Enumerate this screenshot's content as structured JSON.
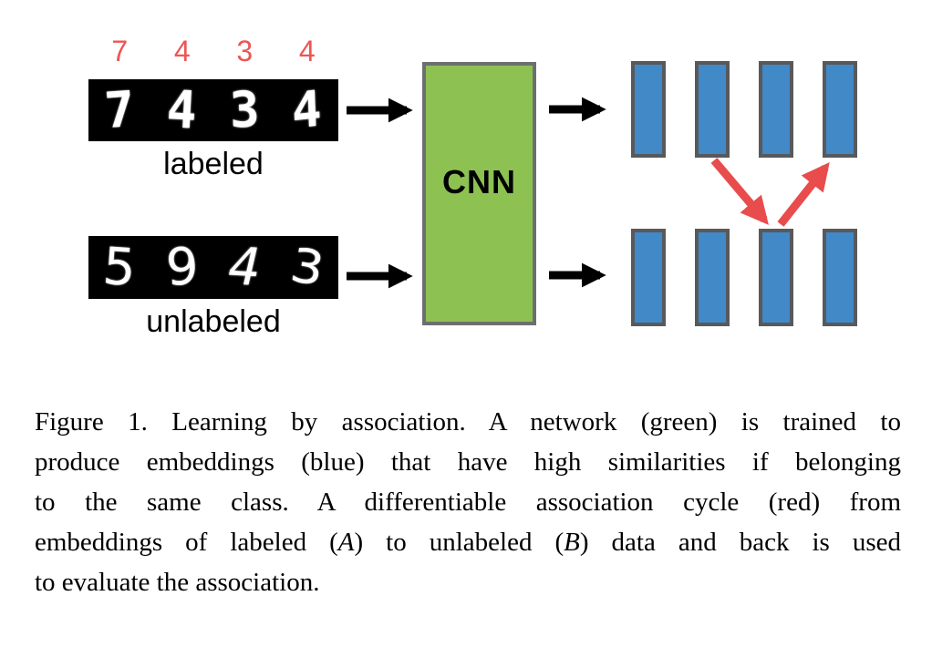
{
  "figure": {
    "class_labels": [
      "7",
      "4",
      "3",
      "4"
    ],
    "labeled_strip": {
      "digits": [
        "7",
        "4",
        "3",
        "4"
      ],
      "label": "labeled"
    },
    "unlabeled_strip": {
      "digits": [
        "5",
        "9",
        "4",
        "3"
      ],
      "label": "unlabeled"
    },
    "cnn_label": "CNN"
  },
  "colors": {
    "class_label_red": "#ee5555",
    "association_arrow_red": "#e84c4c",
    "cnn_green": "#8dc253",
    "cnn_border_gray": "#6d6e71",
    "embedding_blue": "#4189c7",
    "embedding_border_gray": "#58595b",
    "strip_background": "#000000",
    "flow_arrow_black": "#000000"
  },
  "caption": {
    "lines": [
      {
        "segments": [
          {
            "t": "Figure 1. Learning by association.  A network (green) is trained to"
          }
        ]
      },
      {
        "segments": [
          {
            "t": "produce embeddings (blue) that have high similarities if belonging"
          }
        ]
      },
      {
        "segments": [
          {
            "t": "to the same class.  A differentiable association cycle (red) from"
          }
        ]
      },
      {
        "segments": [
          {
            "t": "embeddings of labeled ("
          },
          {
            "t": "A"
          },
          {
            "t": ") to unlabeled ("
          },
          {
            "t": "B"
          },
          {
            "t": ") data and back is used"
          }
        ]
      },
      {
        "segments": [
          {
            "t": "to evaluate the association."
          }
        ]
      }
    ]
  }
}
